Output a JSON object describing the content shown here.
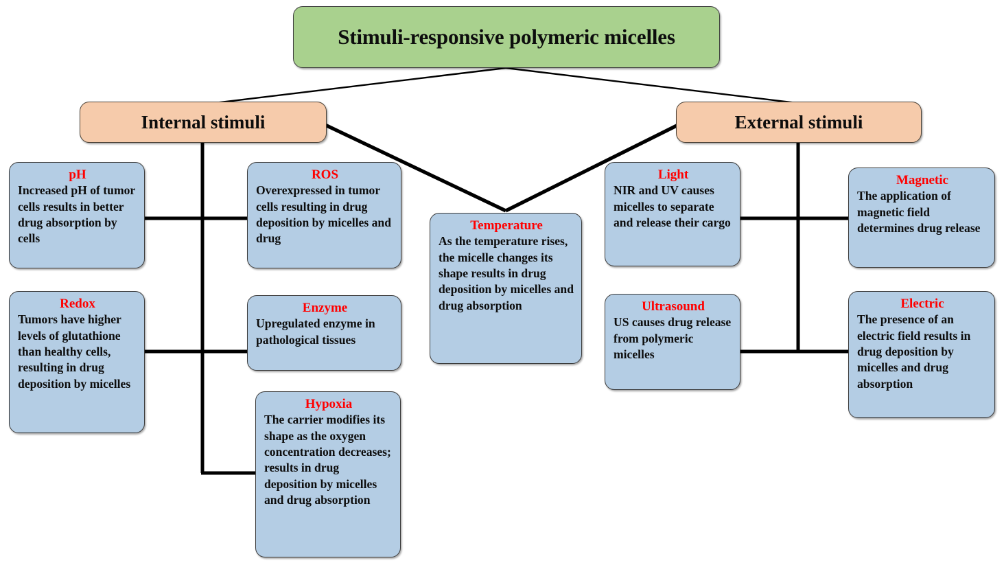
{
  "diagram": {
    "title": "Stimuli-responsive polymeric micelles",
    "colors": {
      "root_fill": "#a9d18e",
      "branch_fill": "#f6cbab",
      "leaf_fill": "#b4cde4",
      "heading_text": "#ff0000",
      "body_text": "#0d0d0d",
      "connector": "#000000"
    },
    "branches": [
      {
        "label": "Internal stimuli"
      },
      {
        "label": "External stimuli"
      }
    ],
    "leaves": [
      {
        "key": "ph",
        "heading": "pH",
        "body": "Increased pH of tumor cells results in better drug absorption by cells"
      },
      {
        "key": "redox",
        "heading": "Redox",
        "body": "Tumors have higher levels of glutathione than healthy cells, resulting in drug deposition by micelles"
      },
      {
        "key": "ros",
        "heading": "ROS",
        "body": "Overexpressed in tumor cells resulting in drug deposition by micelles and drug"
      },
      {
        "key": "enzyme",
        "heading": "Enzyme",
        "body": "Upregulated enzyme in pathological tissues"
      },
      {
        "key": "hypoxia",
        "heading": "Hypoxia",
        "body": "The carrier modifies its shape as the oxygen concentration decreases; results in drug deposition by micelles and drug absorption"
      },
      {
        "key": "temperature",
        "heading": "Temperature",
        "body": "As the temperature rises, the micelle changes its shape results in drug deposition by micelles and drug absorption"
      },
      {
        "key": "light",
        "heading": "Light",
        "body": "NIR and UV causes micelles to separate and release their cargo"
      },
      {
        "key": "ultrasound",
        "heading": "Ultrasound",
        "body": "US causes drug release from polymeric micelles"
      },
      {
        "key": "magnetic",
        "heading": "Magnetic",
        "body": "The application of magnetic field determines drug release"
      },
      {
        "key": "electric",
        "heading": "Electric",
        "body": "The presence of an electric field results in drug deposition by micelles and drug absorption"
      }
    ]
  }
}
